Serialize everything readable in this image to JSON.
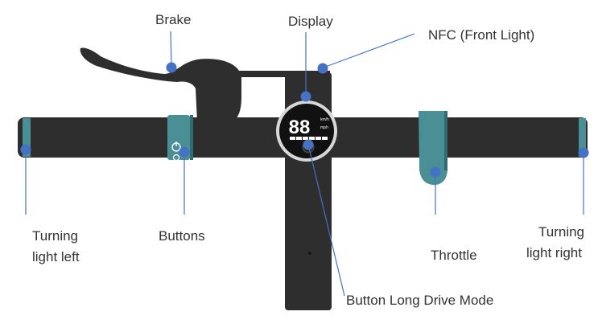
{
  "labels": {
    "brake": "Brake",
    "display": "Display",
    "nfc": "NFC (Front Light)",
    "turning_left_line1": "Turning",
    "turning_left_line2": "light left",
    "buttons": "Buttons",
    "throttle": "Throttle",
    "turning_right_line1": "Turning",
    "turning_right_line2": "light right",
    "long_drive": "Button Long Drive Mode"
  },
  "display_screen": {
    "speed": "88",
    "unit_top": "km/h",
    "unit_bottom": "mph"
  },
  "colors": {
    "body": "#2e2e2e",
    "teal": "#4a8f96",
    "callout": "#4472c4",
    "text": "#333333",
    "screen": "#111111",
    "ring": "#d8d8d8"
  }
}
